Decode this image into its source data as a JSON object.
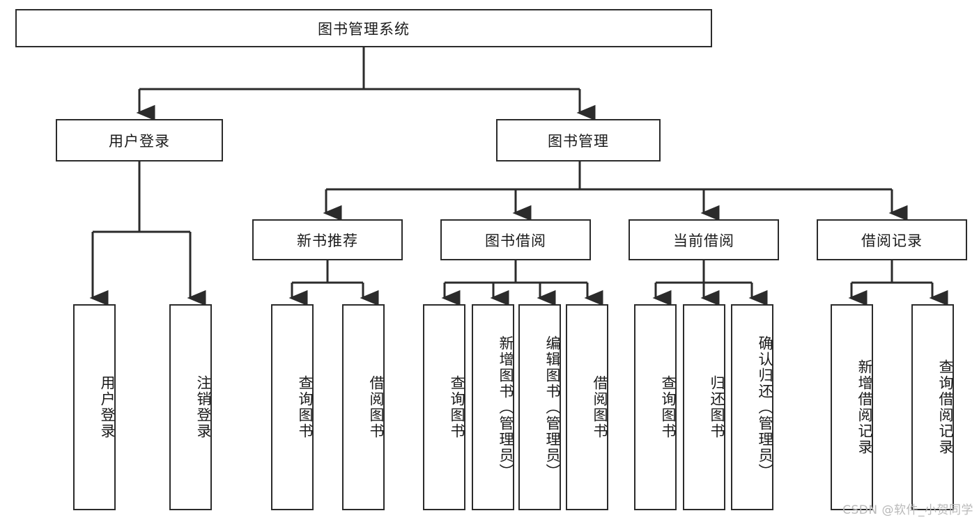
{
  "diagram": {
    "title": "图书管理系统",
    "type": "tree",
    "colors": {
      "stroke": "#2b2b2b",
      "fill": "#ffffff",
      "text": "#1a1a1a",
      "watermark": "#b9b9b9"
    },
    "root": {
      "label": "图书管理系统"
    },
    "level2": [
      {
        "label": "用户登录"
      },
      {
        "label": "图书管理"
      }
    ],
    "level3": [
      {
        "label": "新书推荐"
      },
      {
        "label": "图书借阅"
      },
      {
        "label": "当前借阅"
      },
      {
        "label": "借阅记录"
      }
    ],
    "leaves": {
      "user_login": [
        {
          "label": "用户登录"
        },
        {
          "label": "注销登录"
        }
      ],
      "new_book": [
        {
          "label": "查询图书"
        },
        {
          "label": "借阅图书"
        }
      ],
      "borrow_book": [
        {
          "label": "查询图书"
        },
        {
          "label": "新增图书（管理员）"
        },
        {
          "label": "编辑图书（管理员）"
        },
        {
          "label": "借阅图书"
        }
      ],
      "current_borrow": [
        {
          "label": "查询图书"
        },
        {
          "label": "归还图书"
        },
        {
          "label": "确认归还（管理员）"
        }
      ],
      "borrow_record": [
        {
          "label": "新增借阅记录"
        },
        {
          "label": "查询借阅记录"
        }
      ]
    }
  },
  "watermark": {
    "text": "CSDN @软件_小贺同学"
  }
}
